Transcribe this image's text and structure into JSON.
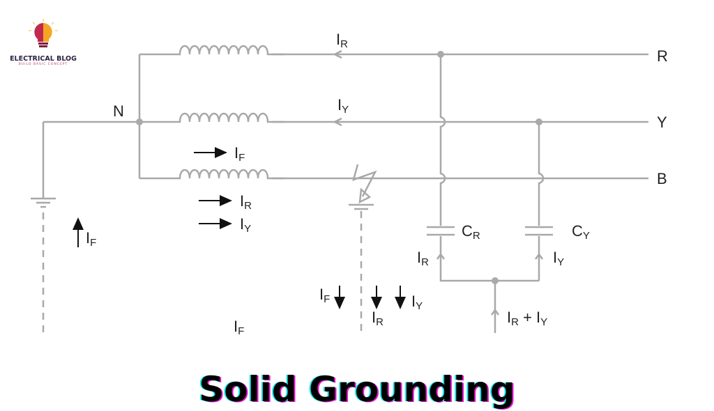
{
  "logo": {
    "name": "ELECTRICAL BLOG",
    "tagline": "BUILD BASIC CONCEPT"
  },
  "title": "Solid Grounding",
  "diagram": {
    "phases": [
      "R",
      "Y",
      "B"
    ],
    "neutral": "N",
    "labels": {
      "ir_top": {
        "main": "I",
        "sub": "R"
      },
      "iy_top": {
        "main": "I",
        "sub": "Y"
      },
      "if_coil": {
        "main": "I",
        "sub": "F"
      },
      "ir_coil": {
        "main": "I",
        "sub": "R"
      },
      "iy_coil": {
        "main": "I",
        "sub": "Y"
      },
      "if_left": {
        "main": "I",
        "sub": "F"
      },
      "cr": {
        "main": "C",
        "sub": "R"
      },
      "cy": {
        "main": "C",
        "sub": "Y"
      },
      "ir_cap": {
        "main": "I",
        "sub": "R"
      },
      "iy_cap": {
        "main": "I",
        "sub": "Y"
      },
      "if_fault": {
        "main": "I",
        "sub": "F"
      },
      "iy_fault": {
        "main": "I",
        "sub": "Y"
      },
      "ir_fault": {
        "main": "I",
        "sub": "R"
      },
      "ir_iy_sum": {
        "main": "I",
        "sub": "R",
        "plus": " + I",
        "sub2": "Y"
      },
      "if_bottom": {
        "main": "I",
        "sub": "F"
      }
    }
  }
}
